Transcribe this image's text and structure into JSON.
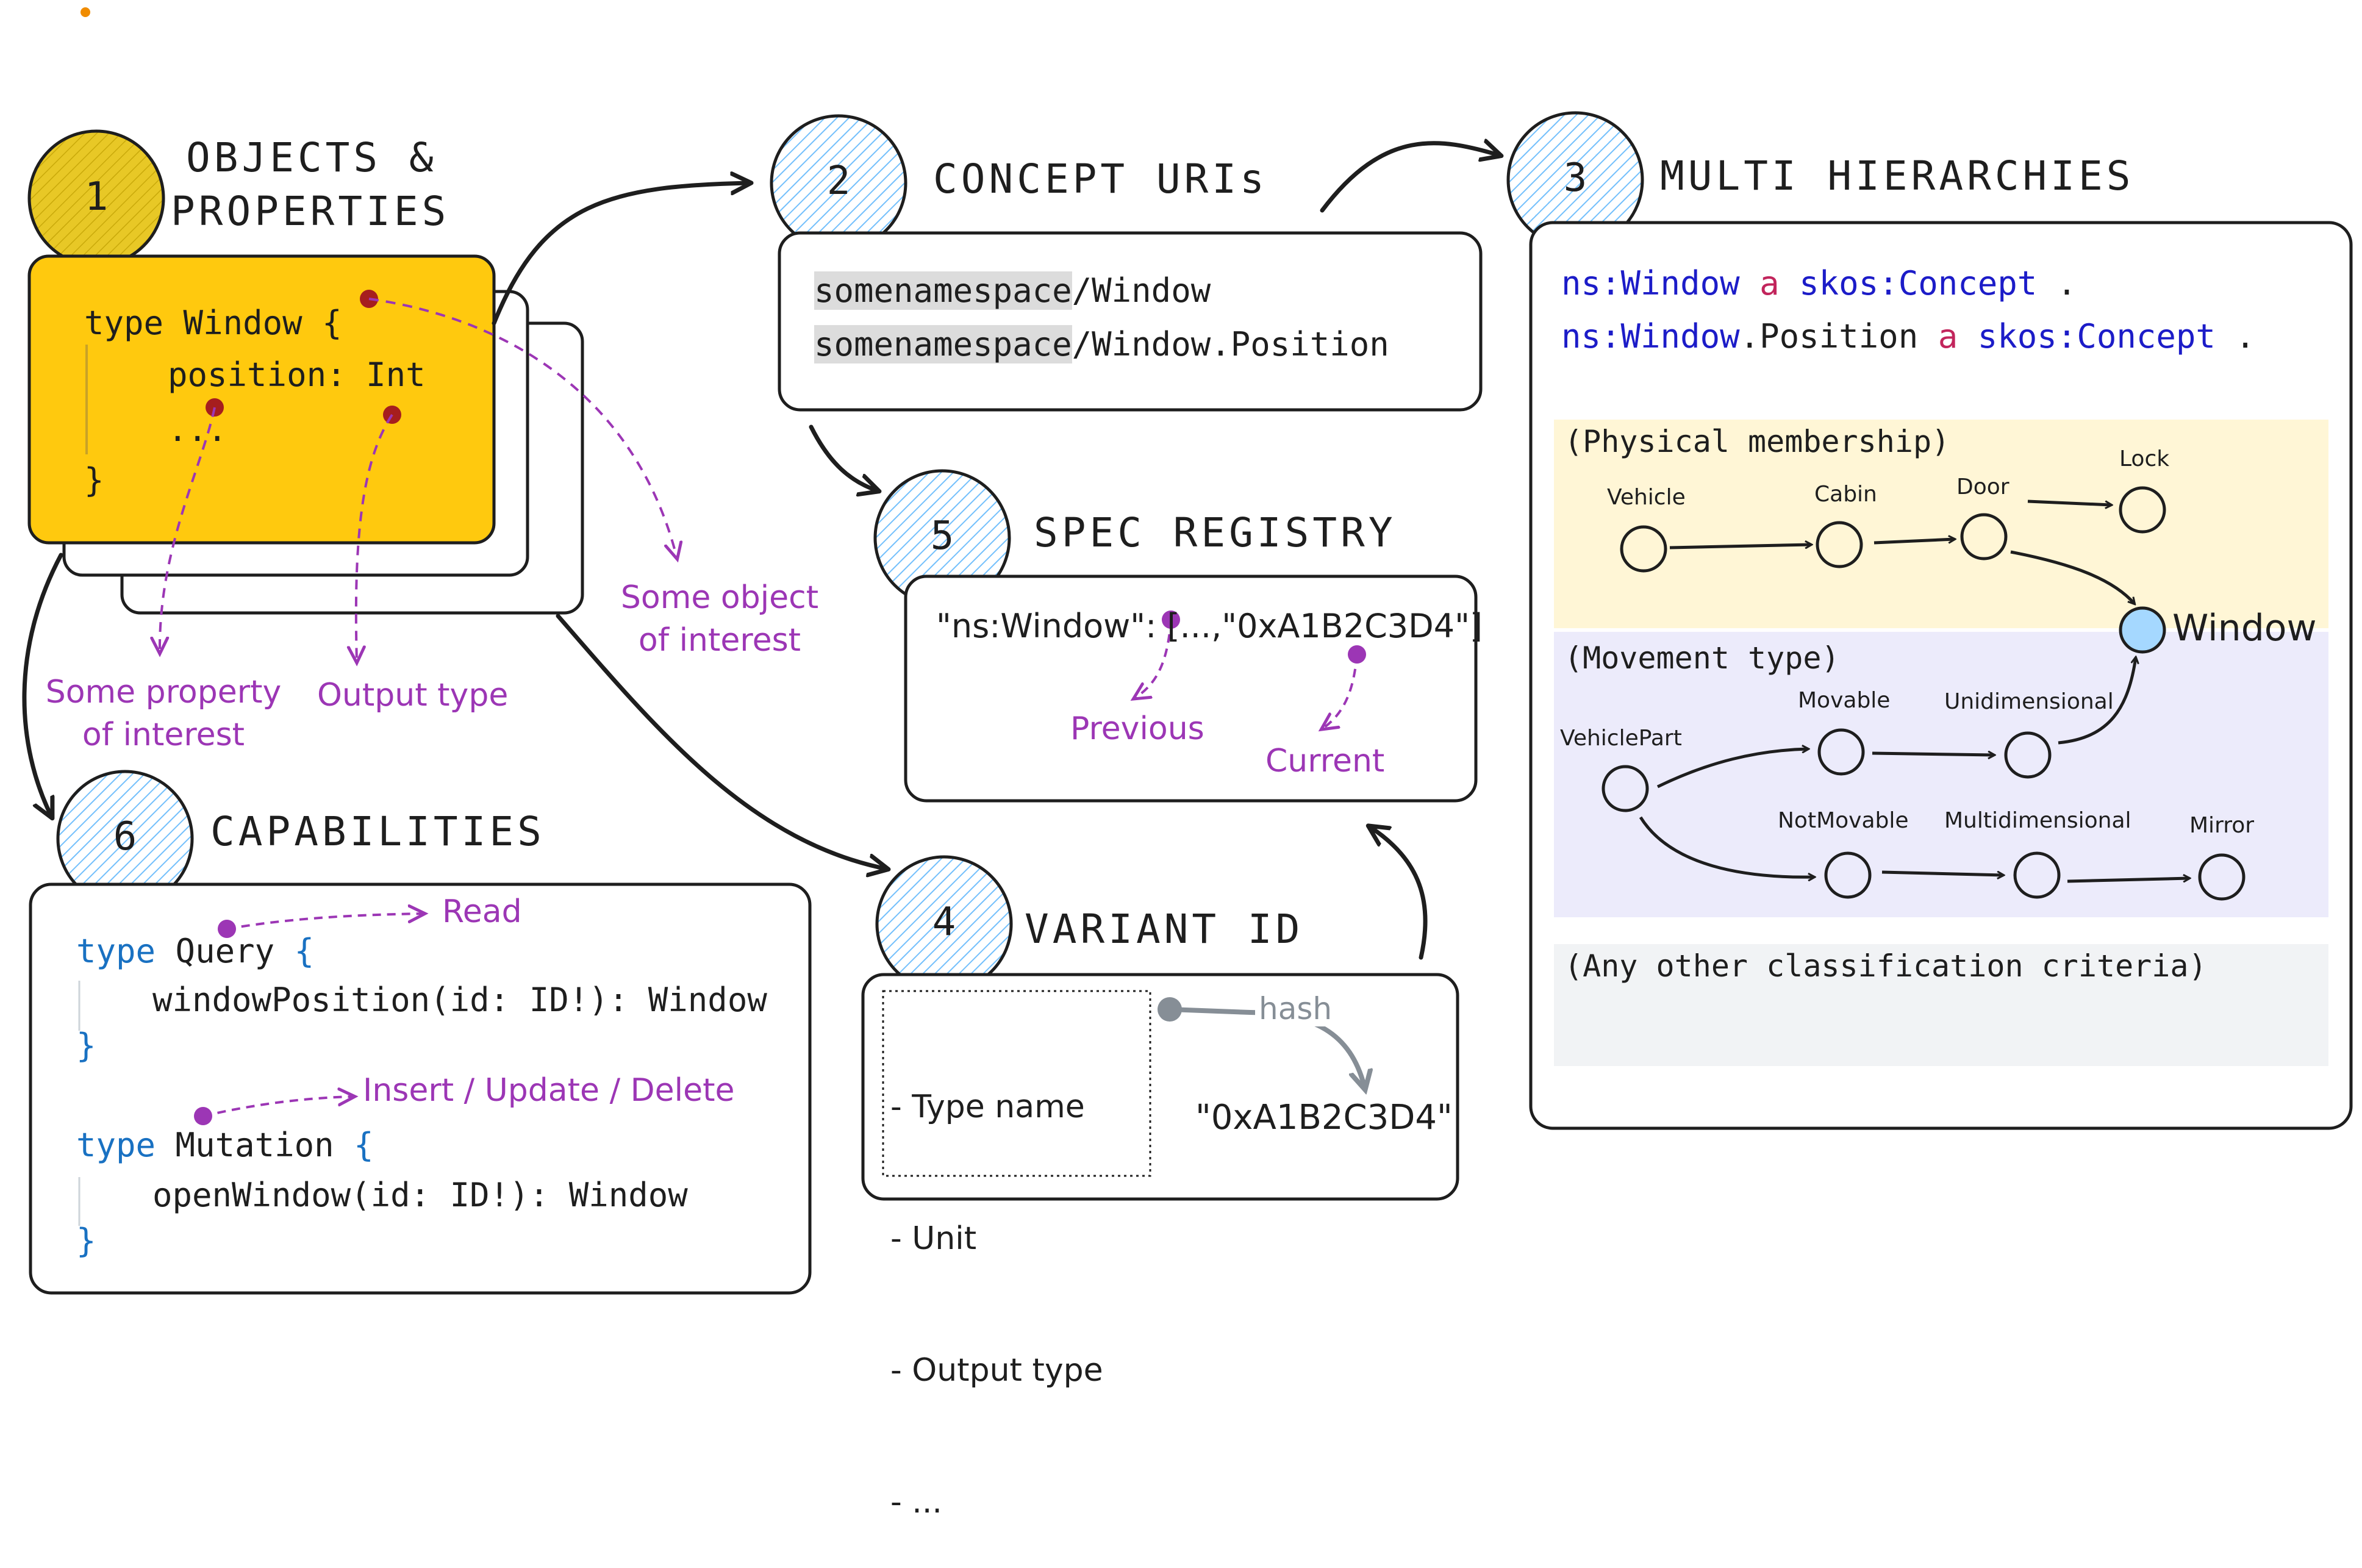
{
  "sections": {
    "s1": {
      "number": "1",
      "title_line1": "OBJECTS &",
      "title_line2": "PROPERTIES"
    },
    "s2": {
      "number": "2",
      "title": "CONCEPT URIs"
    },
    "s3": {
      "number": "3",
      "title": "MULTI HIERARCHIES"
    },
    "s4": {
      "number": "4",
      "title": "VARIANT ID"
    },
    "s5": {
      "number": "5",
      "title": "SPEC REGISTRY"
    },
    "s6": {
      "number": "6",
      "title": "CAPABILITIES"
    }
  },
  "objects_card": {
    "line1_kw": "type",
    "line1_name": " Window {",
    "line2": "position: Int",
    "line3": "...",
    "line4": "}"
  },
  "objects_annotations": {
    "property": [
      "Some property",
      "of interest"
    ],
    "output": "Output type",
    "object": [
      "Some object",
      "of interest"
    ]
  },
  "concept_uris": {
    "ns": "somenamespace",
    "path1": "/Window",
    "path2": "/Window.Position"
  },
  "hierarchies": {
    "triple1": {
      "subj": "ns:Window",
      "a": "a",
      "obj": "skos:Concept",
      "dot": " ."
    },
    "triple2": {
      "subj_ns": "ns:Window",
      "subj_rest": ".Position",
      "a": "a",
      "obj": "skos:Concept",
      "dot": " ."
    },
    "physical": {
      "heading": "(Physical membership)",
      "nodes": [
        "Vehicle",
        "Cabin",
        "Door",
        "Lock"
      ]
    },
    "movement": {
      "heading": "(Movement type)",
      "nodes": [
        "VehiclePart",
        "Movable",
        "Unidimensional",
        "NotMovable",
        "Multidimensional",
        "Mirror"
      ]
    },
    "window_label": "Window",
    "other": "(Any other classification criteria)"
  },
  "spec_registry": {
    "entry_key": "\"ns:Window\": [",
    "entry_val": "...,\"0xA1B2C3D4\"]",
    "previous": "Previous",
    "current": "Current"
  },
  "variant": {
    "items": [
      "- Type name",
      "- Unit",
      "- Output type",
      "- ..."
    ],
    "hash_label": "hash",
    "hash_value": "\"0xA1B2C3D4\""
  },
  "capabilities": {
    "q_kw": "type",
    "q_name": " Query",
    "q_brace": " {",
    "q_field": "windowPosition",
    "q_args": "(id: ID!): Window",
    "close": "}",
    "m_kw": "type",
    "m_name": " Mutation",
    "m_brace": " {",
    "m_field": "openWindow",
    "m_args": "(id: ID!): Window",
    "read": "Read",
    "iud": "Insert / Update / Delete"
  },
  "colors": {
    "yellow": "#ffc90e",
    "purple": "#9c36b5",
    "hatch_blue": "#a5d8ff",
    "window_node": "#a5d8ff",
    "physical_bg": "#fff6d6",
    "movement_bg": "#ecebfb",
    "other_bg": "#f1f3f5"
  }
}
